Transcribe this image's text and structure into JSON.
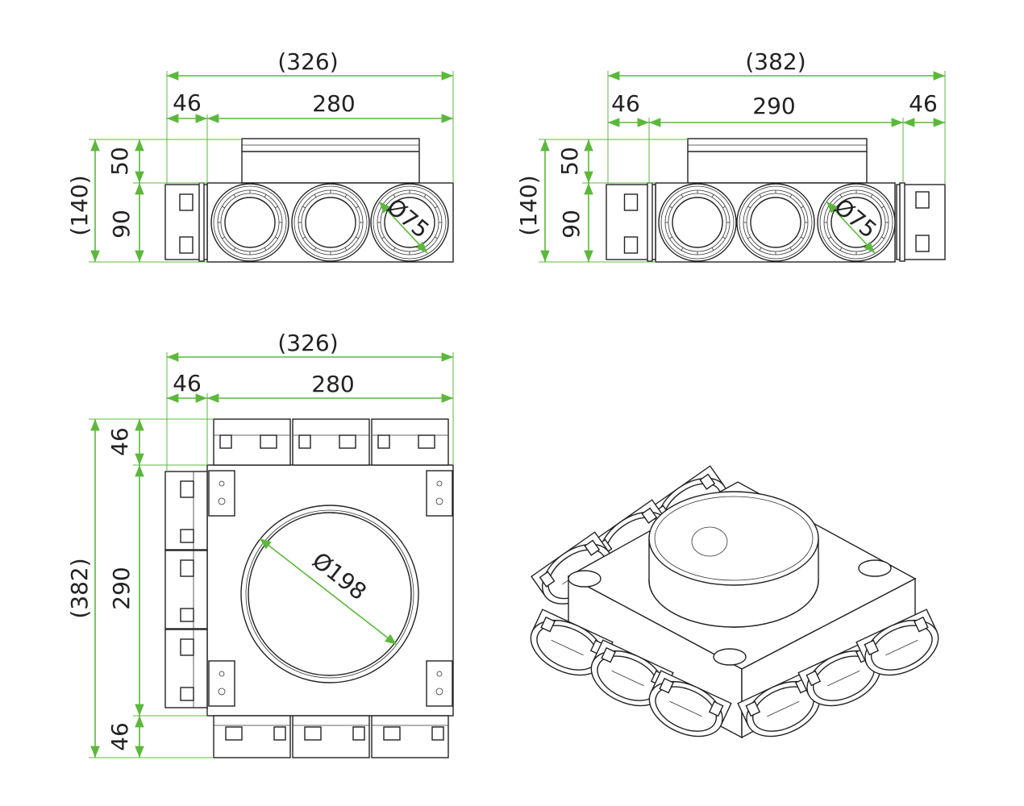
{
  "title": "Plenum box dimensional drawing",
  "dimension_color": "#5cb83c",
  "line_color": "#222222",
  "views": {
    "front_3port": {
      "overall_width": "(326)",
      "side_port": "46",
      "body_width": "280",
      "overall_height": "(140)",
      "collar_height": "50",
      "body_height": "90",
      "port_diameter": "Ø75"
    },
    "front_3port_double": {
      "overall_width": "(382)",
      "side_port_left": "46",
      "body_width": "290",
      "side_port_right": "46",
      "overall_height": "(140)",
      "collar_height": "50",
      "body_height": "90",
      "port_diameter": "Ø75"
    },
    "plan": {
      "overall_width": "(326)",
      "side_port": "46",
      "body_width": "280",
      "overall_depth": "(382)",
      "top_port": "46",
      "body_depth": "290",
      "bottom_port": "46",
      "collar_diameter": "Ø198"
    }
  }
}
